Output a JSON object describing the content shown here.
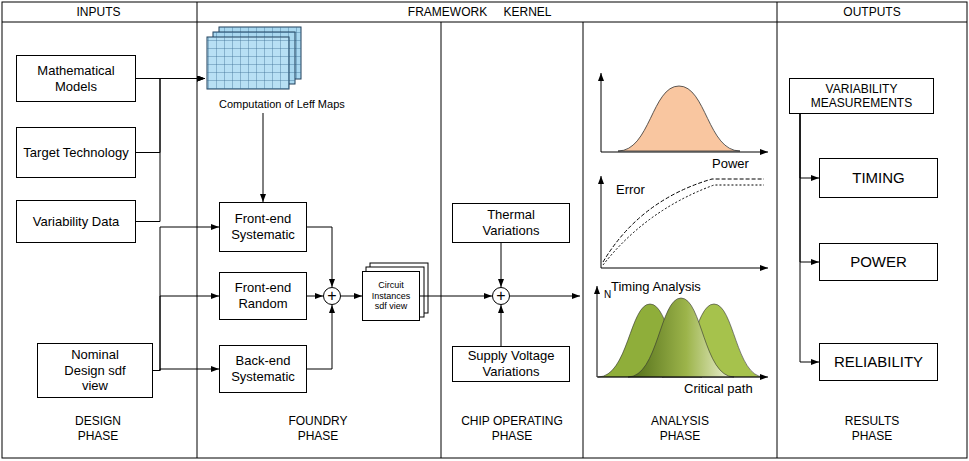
{
  "diagram": {
    "nodes": [
      {
        "text": [
          "Mathematical Models"
        ]
      },
      {
        "text": [
          "Target Technology"
        ]
      },
      {
        "text": [
          "Variability Data"
        ]
      },
      {
        "text": [
          "Nominal Design sdf view"
        ]
      },
      {
        "text": [
          "Computation of Leff Maps"
        ]
      },
      {
        "text": [
          "Front-end Systematic"
        ]
      },
      {
        "text": [
          "Front-end Random"
        ]
      },
      {
        "text": [
          "Back-end Systematic"
        ]
      },
      {
        "text": [
          "+"
        ]
      },
      {
        "text": [
          "Circuit Instances sdf view"
        ]
      },
      {
        "text": [
          "Thermal Variations"
        ]
      },
      {
        "text": [
          "+"
        ]
      },
      {
        "text": [
          "Supply Voltage Variations"
        ]
      },
      {
        "text": [
          "VARIABILITY MEASUREMENTS"
        ]
      },
      {
        "text": [
          "TIMING"
        ]
      },
      {
        "text": [
          "POWER"
        ]
      },
      {
        "text": [
          "RELIABILITY"
        ]
      }
    ],
    "edges": [
      {
        "from": 0,
        "to": 4,
        "arrow": "to"
      },
      {
        "from": 1,
        "to": 4,
        "arrow": "to"
      },
      {
        "from": 2,
        "to": 4,
        "arrow": "to"
      },
      {
        "from": 3,
        "to": 5,
        "arrow": "to"
      },
      {
        "from": 3,
        "to": 6,
        "arrow": "to"
      },
      {
        "from": 3,
        "to": 7,
        "arrow": "to"
      },
      {
        "from": 4,
        "to": 5,
        "arrow": "to"
      },
      {
        "from": 5,
        "to": 8,
        "arrow": "to"
      },
      {
        "from": 6,
        "to": 8,
        "arrow": "to"
      },
      {
        "from": 7,
        "to": 8,
        "arrow": "to"
      },
      {
        "from": 8,
        "to": 9,
        "arrow": "to"
      },
      {
        "from": 9,
        "to": 11,
        "arrow": "to"
      },
      {
        "from": 10,
        "to": 11,
        "arrow": "to"
      },
      {
        "from": 12,
        "to": 11,
        "arrow": "to"
      },
      {
        "from": 13,
        "to": 14,
        "arrow": "to"
      },
      {
        "from": 13,
        "to": 15,
        "arrow": "to"
      },
      {
        "from": 13,
        "to": 16,
        "arrow": "to"
      }
    ],
    "labels": [
      "INPUTS",
      "FRAMEWORK",
      "KERNEL",
      "OUTPUTS",
      "Power",
      "Error",
      "Timing Analysis",
      "N",
      "Critical path",
      "DESIGN PHASE",
      "FOUNDRY PHASE",
      "CHIP OPERATING PHASE",
      "ANALYSIS PHASE",
      "RESULTS PHASE"
    ]
  }
}
